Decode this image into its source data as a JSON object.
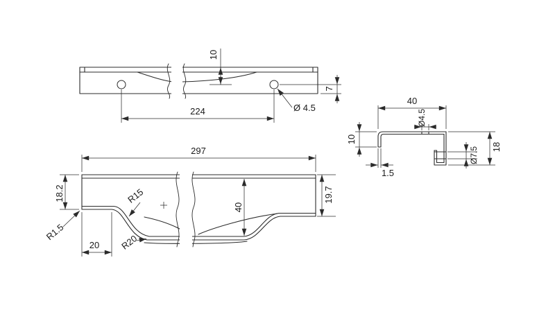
{
  "colors": {
    "line": "#2b2b2b",
    "background": "#ffffff"
  },
  "top_view": {
    "dim_hole_offset_top": "10",
    "dim_hole_centers": "224",
    "dim_hole_offset_bottom": "7",
    "hole_diameter": "Ø 4.5"
  },
  "front_view": {
    "dim_overall_length": "297",
    "dim_end_height_left": "18.2",
    "dim_end_height_right": "19.7",
    "dim_grip_height": "40",
    "dim_flat_length": "20",
    "radius_grip_top": "R15",
    "radius_grip_bottom": "R20",
    "radius_corner": "R1.5"
  },
  "side_view": {
    "dim_depth": "40",
    "dim_front_lip": "10",
    "dim_back_height": "18",
    "dim_lip_thickness": "1.5",
    "screw_hole_diameter": "Ø4.5",
    "clearance_hole_diameter": "Ø7.5"
  }
}
